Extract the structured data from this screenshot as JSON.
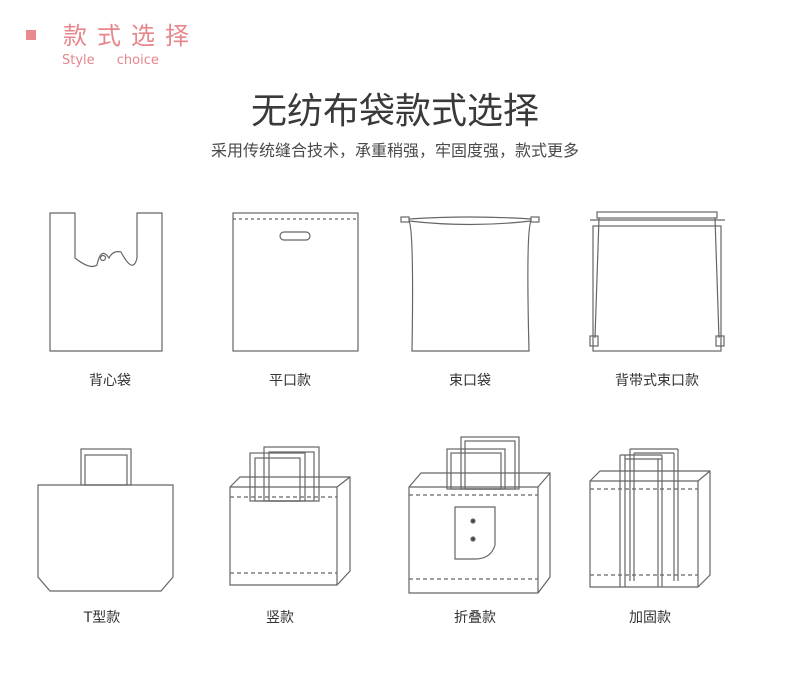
{
  "header": {
    "title_cn": "款式选择",
    "title_en": "Style choice"
  },
  "main": {
    "title": "无纺布袋款式选择",
    "subtitle": "采用传统缝合技术，承重稍强，牢固度强，款式更多"
  },
  "styles": [
    {
      "label": "背心袋",
      "icon": "vest-bag-icon"
    },
    {
      "label": "平口款",
      "icon": "flat-mouth-bag-icon"
    },
    {
      "label": "束口袋",
      "icon": "drawstring-bag-icon"
    },
    {
      "label": "背带式束口款",
      "icon": "strap-drawstring-bag-icon"
    },
    {
      "label": "T型款",
      "icon": "t-shape-bag-icon"
    },
    {
      "label": "竖款",
      "icon": "vertical-bag-icon"
    },
    {
      "label": "折叠款",
      "icon": "folding-bag-icon"
    },
    {
      "label": "加固款",
      "icon": "reinforced-bag-icon"
    }
  ]
}
